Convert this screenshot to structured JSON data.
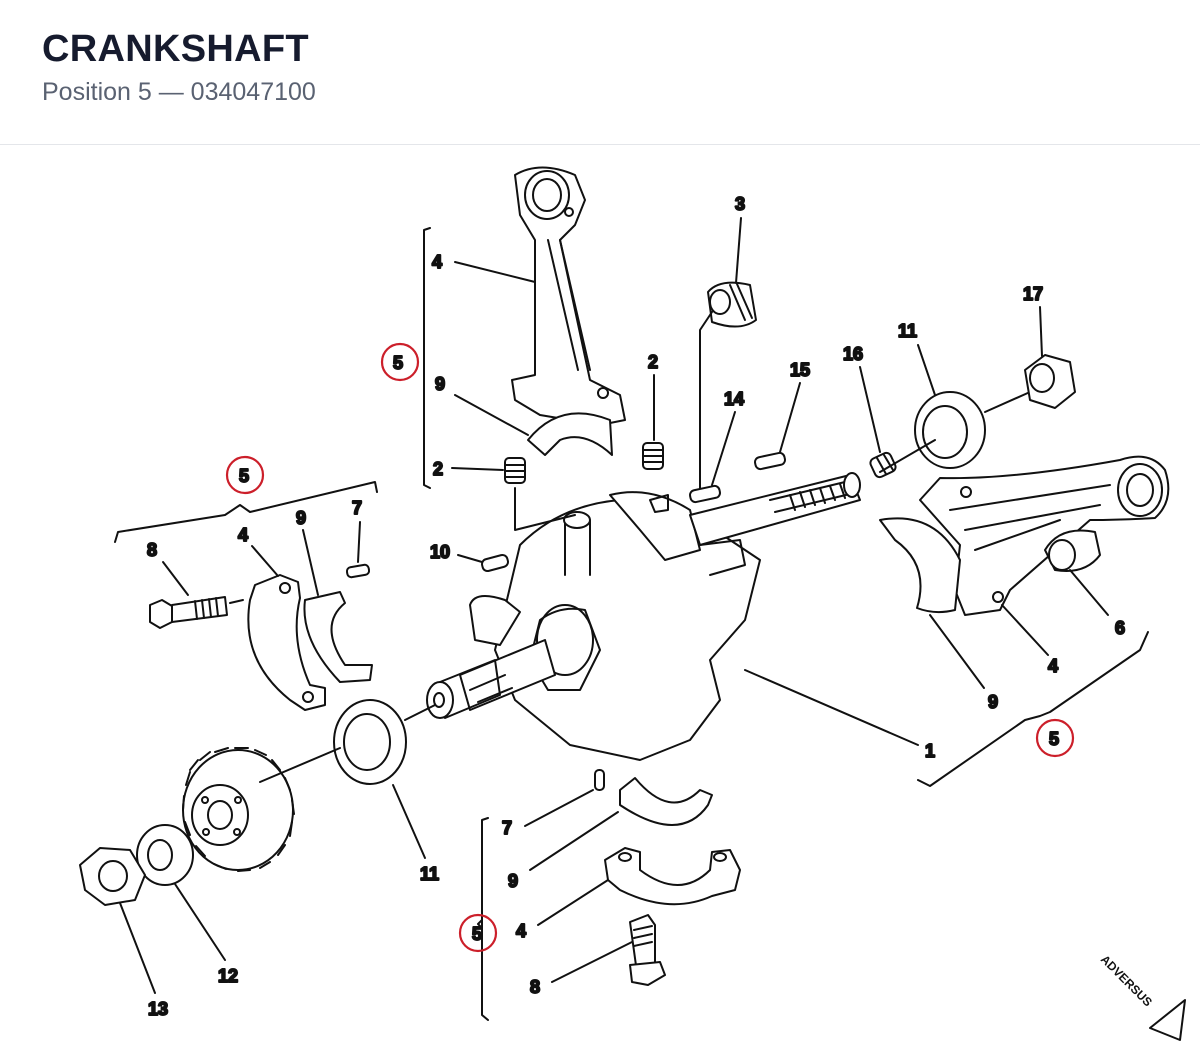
{
  "header": {
    "title": "CRANKSHAFT",
    "subtitle": "Position 5 — 034047100"
  },
  "diagram": {
    "highlight_color": "#cc1f2a",
    "labels": {
      "c1": "1",
      "c2a": "2",
      "c2b": "2",
      "c3": "3",
      "c4top": "4",
      "c4left": "4",
      "c4right": "4",
      "c4bottom": "4",
      "c5top": "5",
      "c5left": "5",
      "c5right": "5",
      "c5bottom": "5",
      "c6": "6",
      "c7left": "7",
      "c7bottom": "7",
      "c8left": "8",
      "c8bottom": "8",
      "c9top": "9",
      "c9left": "9",
      "c9right": "9",
      "c9bottom": "9",
      "c10": "10",
      "c11left": "11",
      "c11right": "11",
      "c12": "12",
      "c13": "13",
      "c14": "14",
      "c15": "15",
      "c16": "16",
      "c17": "17"
    },
    "watermark": "ADVERSUS"
  }
}
